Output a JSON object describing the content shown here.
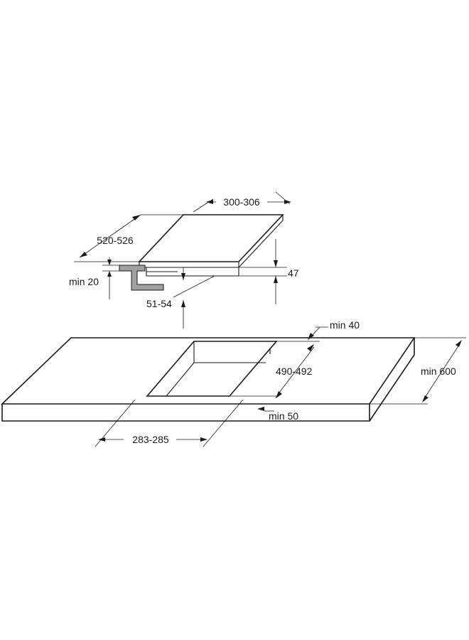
{
  "dimensions": {
    "hob_width": "300-306",
    "hob_depth": "520-526",
    "edge_min": "min 20",
    "hob_height": "47",
    "cutout_offset": "51-54",
    "back_distance": "min 40",
    "cutout_depth": "490-492",
    "worktop_depth": "min 600",
    "front_distance": "min 50",
    "cutout_width": "283-285"
  },
  "colors": {
    "line": "#1a1a1a",
    "bracket": "#a0a0a0"
  }
}
